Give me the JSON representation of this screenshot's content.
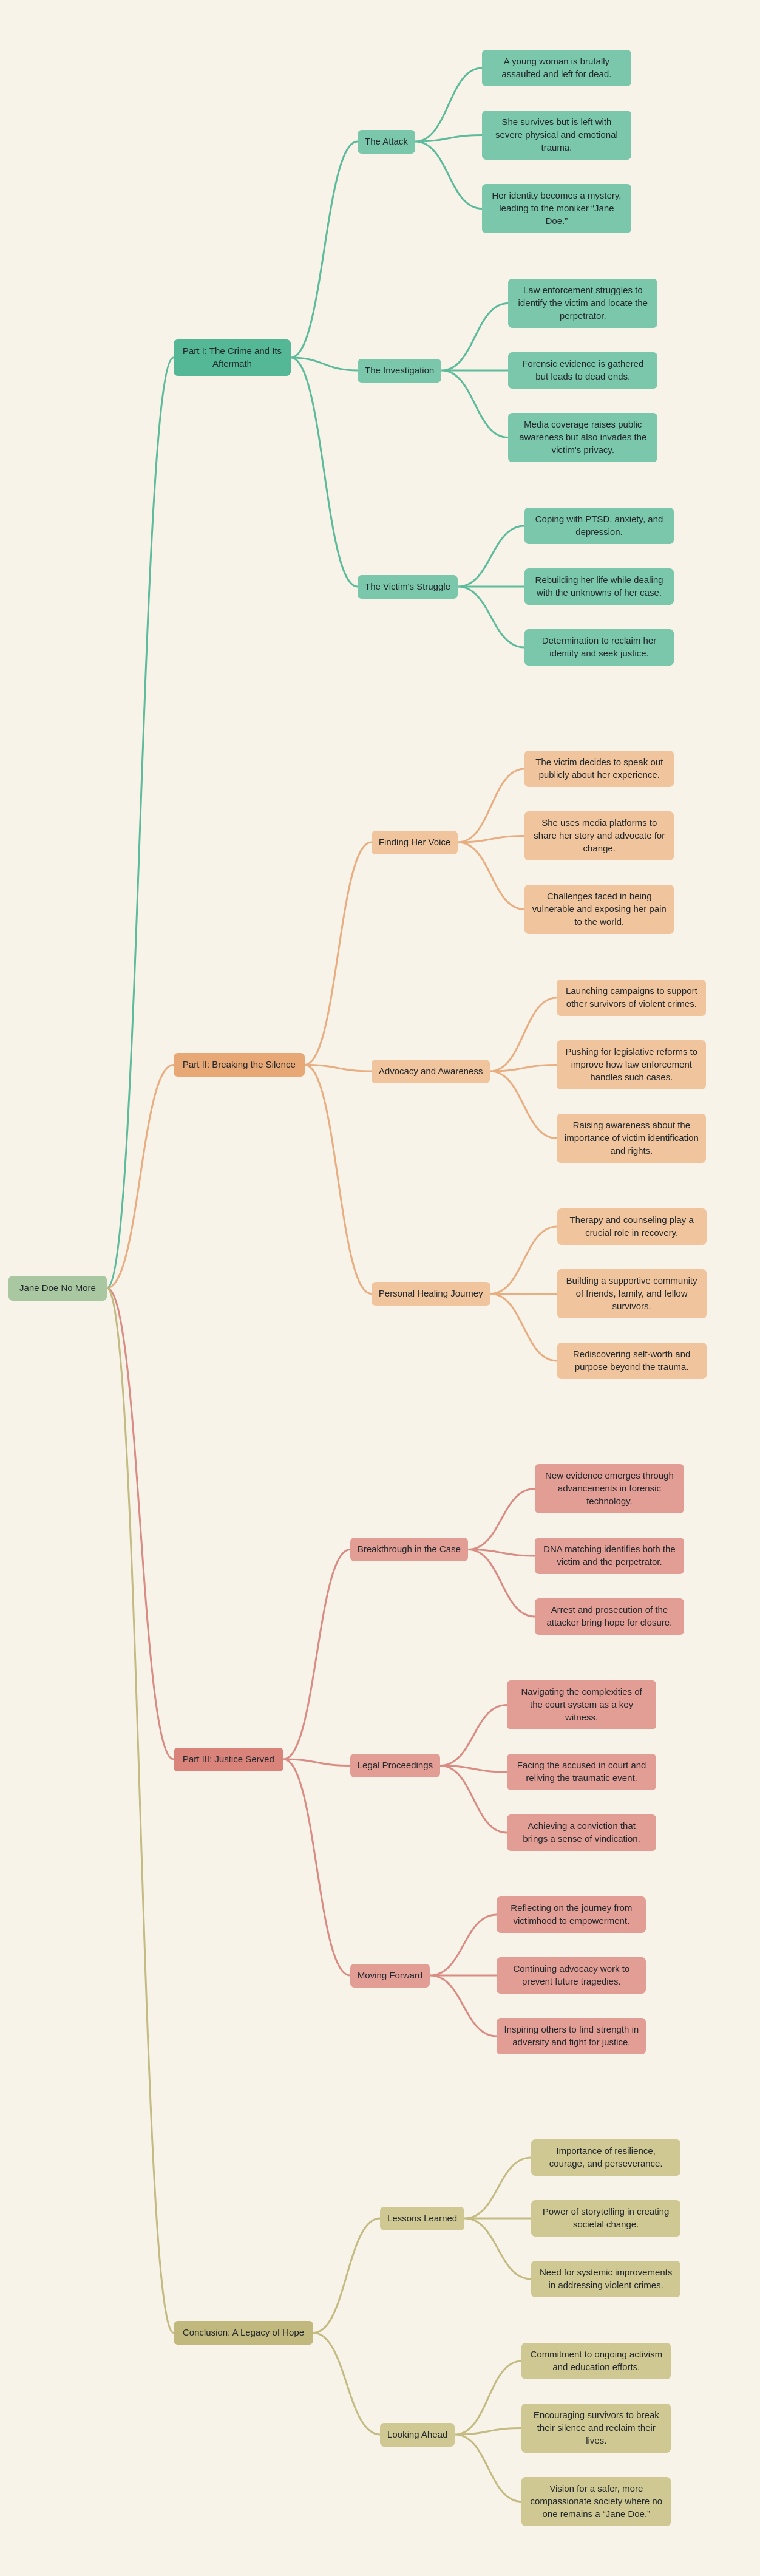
{
  "colors": {
    "background": "#f8f3e9",
    "text": "#22272b",
    "root": {
      "fill": "#a9c7a1",
      "link": "#9cbd93"
    },
    "part1": {
      "fill": "#54b795",
      "light": "#7ac7ab",
      "link": "#5dbb9c"
    },
    "part2": {
      "fill": "#e8a876",
      "light": "#f0c59e",
      "link": "#e8ad80"
    },
    "part3": {
      "fill": "#d9837b",
      "light": "#e29d95",
      "link": "#d98c84"
    },
    "conclusion": {
      "fill": "#c0b87c",
      "light": "#cfc892",
      "link": "#c3bb82"
    }
  },
  "root": {
    "label": "Jane Doe No More",
    "children": [
      {
        "label": "Part I: The Crime and Its\nAftermath",
        "branch": "part1",
        "children": [
          {
            "label": "The Attack",
            "children": [
              {
                "label": "A young woman is brutally assaulted and left for dead."
              },
              {
                "label": "She survives but is left with severe physical and emotional trauma."
              },
              {
                "label": "Her identity becomes a mystery, leading to the moniker “Jane Doe.”"
              }
            ]
          },
          {
            "label": "The Investigation",
            "children": [
              {
                "label": "Law enforcement struggles to identify the victim and locate the perpetrator."
              },
              {
                "label": "Forensic evidence is gathered but leads to dead ends."
              },
              {
                "label": "Media coverage raises public awareness but also invades the victim's privacy."
              }
            ]
          },
          {
            "label": "The Victim's Struggle",
            "children": [
              {
                "label": "Coping with PTSD, anxiety, and depression."
              },
              {
                "label": "Rebuilding her life while dealing with the unknowns of her case."
              },
              {
                "label": "Determination to reclaim her identity and seek justice."
              }
            ]
          }
        ]
      },
      {
        "label": "Part II: Breaking the Silence",
        "branch": "part2",
        "children": [
          {
            "label": "Finding Her Voice",
            "children": [
              {
                "label": "The victim decides to speak out publicly about her experience."
              },
              {
                "label": "She uses media platforms to share her story and advocate for change."
              },
              {
                "label": "Challenges faced in being vulnerable and exposing her pain to the world."
              }
            ]
          },
          {
            "label": "Advocacy and Awareness",
            "children": [
              {
                "label": "Launching campaigns to support other survivors of violent crimes."
              },
              {
                "label": "Pushing for legislative reforms to improve how law enforcement handles such cases."
              },
              {
                "label": "Raising awareness about the importance of victim identification and rights."
              }
            ]
          },
          {
            "label": "Personal Healing Journey",
            "children": [
              {
                "label": "Therapy and counseling play a crucial role in recovery."
              },
              {
                "label": "Building a supportive community of friends, family, and fellow survivors."
              },
              {
                "label": "Rediscovering self-worth and purpose beyond the trauma."
              }
            ]
          }
        ]
      },
      {
        "label": "Part III: Justice Served",
        "branch": "part3",
        "children": [
          {
            "label": "Breakthrough in the Case",
            "children": [
              {
                "label": "New evidence emerges through advancements in forensic technology."
              },
              {
                "label": "DNA matching identifies both the victim and the perpetrator."
              },
              {
                "label": "Arrest and prosecution of the attacker bring hope for closure."
              }
            ]
          },
          {
            "label": "Legal Proceedings",
            "children": [
              {
                "label": "Navigating the complexities of the court system as a key witness."
              },
              {
                "label": "Facing the accused in court and reliving the traumatic event."
              },
              {
                "label": "Achieving a conviction that brings a sense of vindication."
              }
            ]
          },
          {
            "label": "Moving Forward",
            "children": [
              {
                "label": "Reflecting on the journey from victimhood to empowerment."
              },
              {
                "label": "Continuing advocacy work to prevent future tragedies."
              },
              {
                "label": "Inspiring others to find strength in adversity and fight for justice."
              }
            ]
          }
        ]
      },
      {
        "label": "Conclusion: A Legacy of Hope",
        "branch": "conclusion",
        "children": [
          {
            "label": "Lessons Learned",
            "children": [
              {
                "label": "Importance of resilience, courage, and perseverance."
              },
              {
                "label": "Power of storytelling in creating societal change."
              },
              {
                "label": "Need for systemic improvements in addressing violent crimes."
              }
            ]
          },
          {
            "label": "Looking Ahead",
            "children": [
              {
                "label": "Commitment to ongoing activism and education efforts."
              },
              {
                "label": "Encouraging survivors to break their silence and reclaim their lives."
              },
              {
                "label": "Vision for a safer, more compassionate society where no one remains a “Jane Doe.”"
              }
            ]
          }
        ]
      }
    ]
  }
}
